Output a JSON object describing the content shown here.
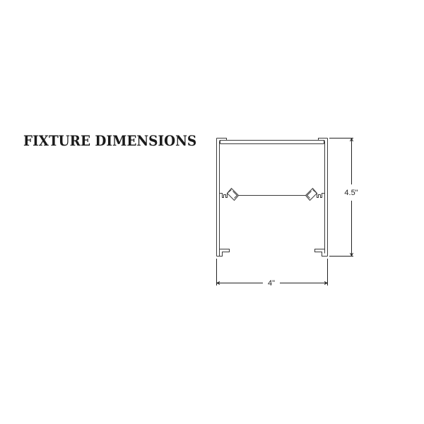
{
  "title": "FIXTURE DIMENSIONS",
  "dimensions": {
    "height_label": "4.5\"",
    "width_label": "4\""
  },
  "colors": {
    "line": "#3a3a3a",
    "text": "#1a1a1a",
    "background": "#ffffff"
  }
}
